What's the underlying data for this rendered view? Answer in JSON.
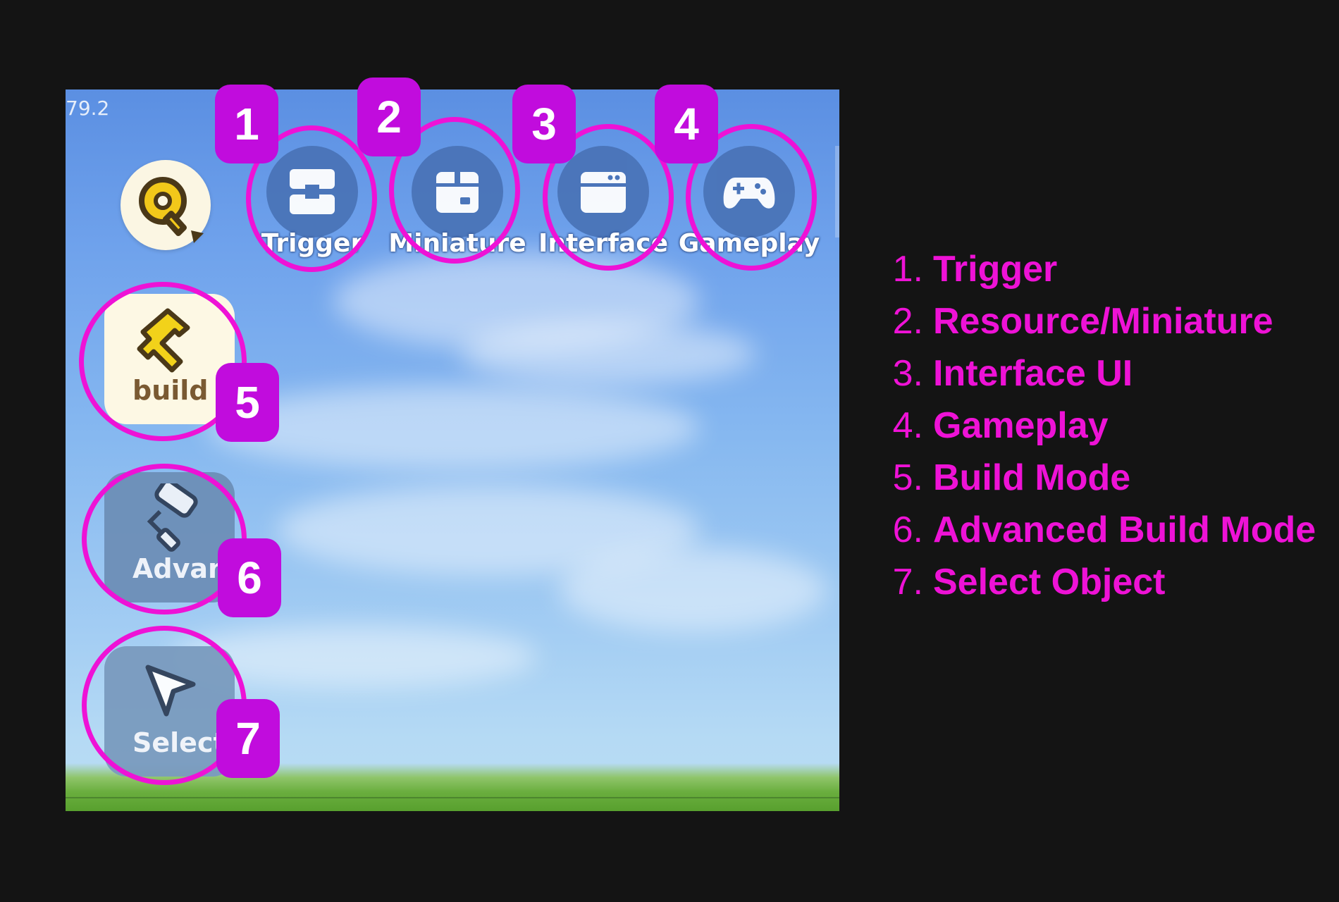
{
  "game": {
    "version_text": "79.2",
    "settings_button": {
      "icon": "wrench-icon"
    },
    "top_buttons": [
      {
        "label": "Trigger",
        "icon": "trigger-icon"
      },
      {
        "label": "Miniature",
        "icon": "box-icon"
      },
      {
        "label": "Interface",
        "icon": "window-icon"
      },
      {
        "label": "Gameplay",
        "icon": "gamepad-icon"
      }
    ],
    "left_buttons": [
      {
        "label": "build",
        "icon": "hammer-icon"
      },
      {
        "label": "Advanc",
        "icon": "paint-roller-icon"
      },
      {
        "label": "Select",
        "icon": "cursor-arrow-icon"
      }
    ]
  },
  "annotations": {
    "badges": [
      "1",
      "2",
      "3",
      "4",
      "5",
      "6",
      "7"
    ]
  },
  "legend": {
    "items": [
      {
        "num": "1.",
        "text": "Trigger"
      },
      {
        "num": "2.",
        "text": "Resource/Miniature"
      },
      {
        "num": "3.",
        "text": "Interface UI"
      },
      {
        "num": "4.",
        "text": "Gameplay"
      },
      {
        "num": "5.",
        "text": "Build Mode"
      },
      {
        "num": "6.",
        "text": "Advanced Build Mode"
      },
      {
        "num": "7.",
        "text": "Select Object"
      }
    ]
  },
  "colors": {
    "annotation_magenta": "#ee12d6",
    "badge_purple": "#c10cdd",
    "background": "#141414",
    "button_blue": "#4a74b8"
  }
}
